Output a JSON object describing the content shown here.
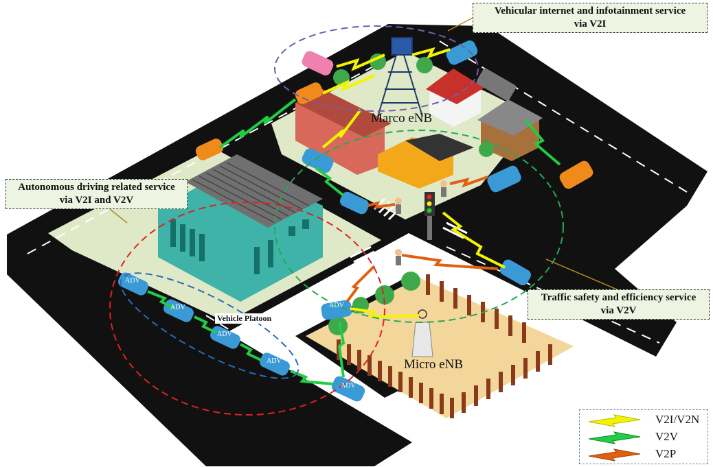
{
  "callouts": {
    "infotainment": {
      "line1": "Vehicular internet and infotainment service",
      "line2": "via V2I"
    },
    "autonomous": {
      "line1": "Autonomous driving related service",
      "line2": "via V2I and V2V"
    },
    "safety": {
      "line1": "Traffic safety and efficiency service",
      "line2": "via V2V"
    }
  },
  "labels": {
    "macro_enb": "Marco eNB",
    "micro_enb": "Micro eNB",
    "platoon": "Vehicle Platoon",
    "adv": "ADV"
  },
  "legend": [
    {
      "label": "V2I/V2N",
      "color": "#f4f400"
    },
    {
      "label": "V2V",
      "color": "#22cc44"
    },
    {
      "label": "V2P",
      "color": "#e06010"
    }
  ],
  "colors": {
    "road": "#111111",
    "block": "#dfe9c8",
    "sand": "#f2d69a",
    "building_teal": "#3fb3a8",
    "car_blue": "#3a9ad6",
    "circle_purple": "#7a5aa8",
    "circle_green": "#22aa55",
    "circle_red": "#dd2222",
    "circle_blue": "#2a6ab8"
  }
}
